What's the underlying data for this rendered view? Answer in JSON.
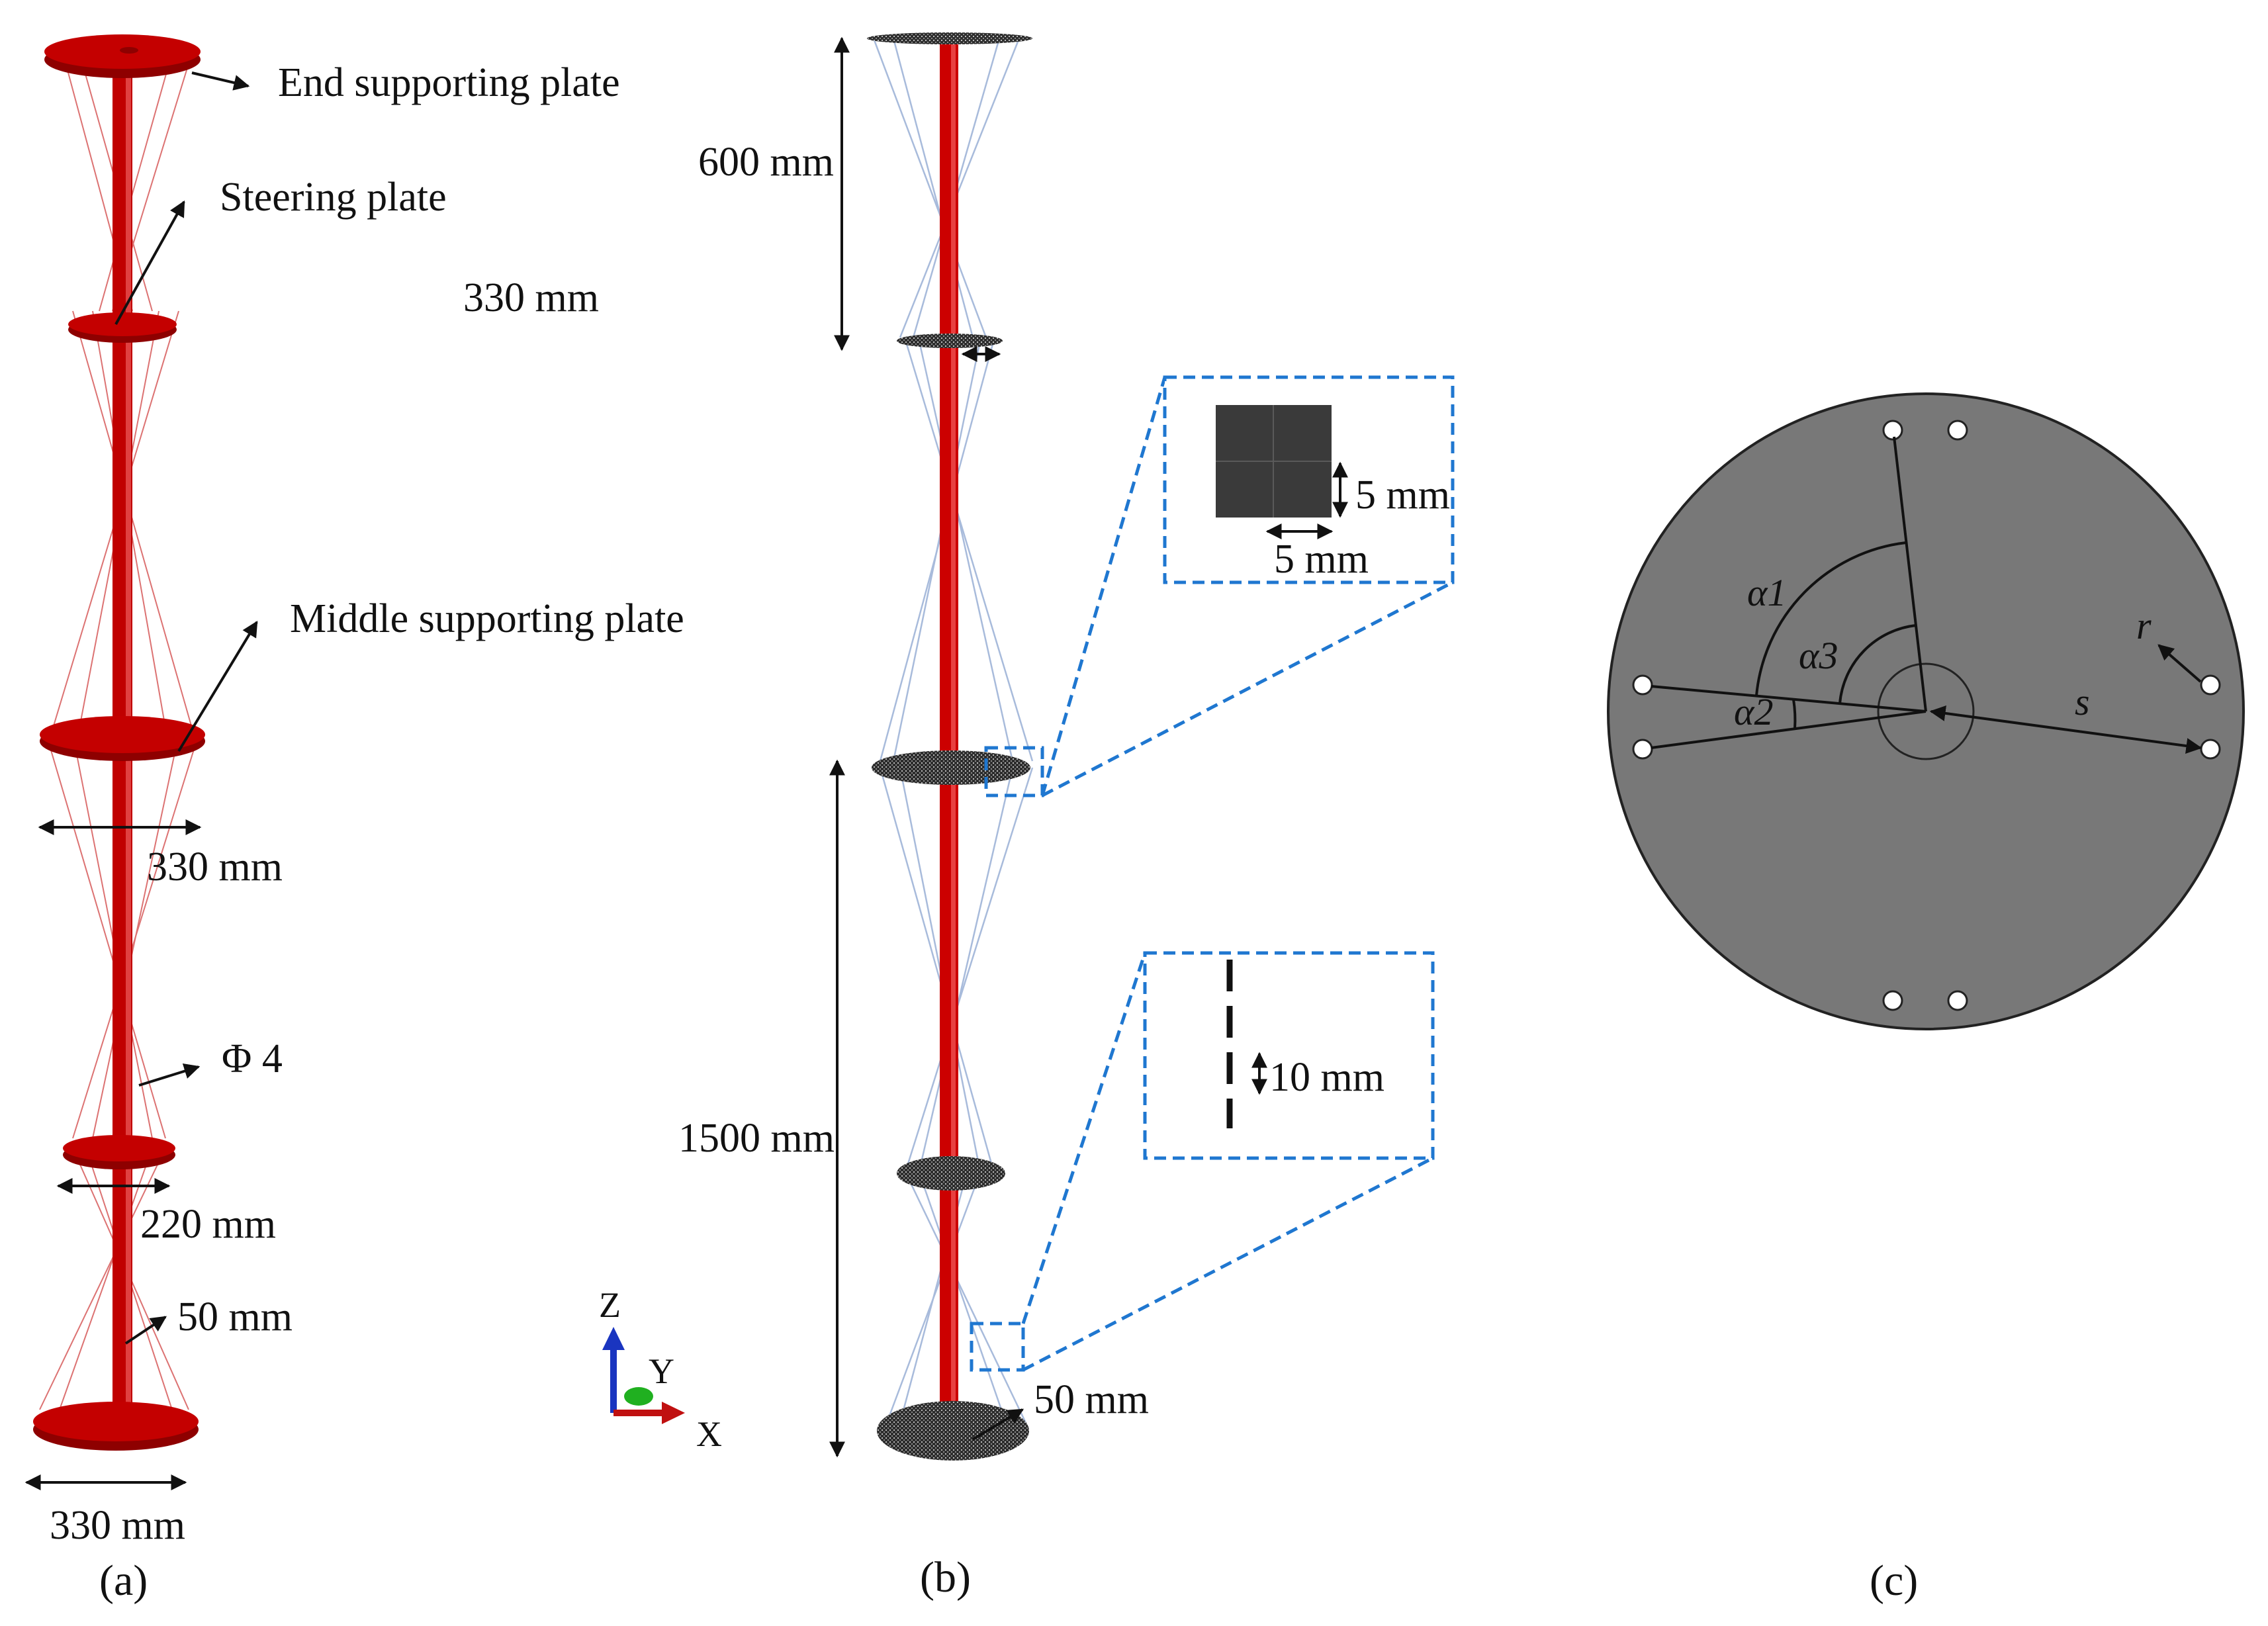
{
  "panel_a": {
    "caption": "(a)",
    "labels": {
      "end_plate": "End supporting plate",
      "steering_plate": "Steering plate",
      "middle_plate": "Middle supporting plate",
      "dim_middle": "330 mm",
      "phi": "Φ 4",
      "dim_steering": "220 mm",
      "dim_rod": "50 mm",
      "dim_bottom": "330 mm"
    }
  },
  "panel_b": {
    "caption": "(b)",
    "labels": {
      "dim_top": "600 mm",
      "dim_steering": "330 mm",
      "dim_bottom": "1500 mm",
      "dim_rod": "50 mm",
      "inset_top_h": "5 mm",
      "inset_top_w": "5 mm",
      "inset_bottom": "10 mm"
    },
    "axes": {
      "z": "Z",
      "y": "Y",
      "x": "X"
    }
  },
  "panel_c": {
    "caption": "(c)",
    "labels": {
      "alpha1": "α1",
      "alpha2": "α2",
      "alpha3": "α3",
      "r": "r",
      "s": "s"
    }
  },
  "colors": {
    "plate_red": "#c40000",
    "plate_dark": "#8e0000",
    "mesh_grey": "#3a3a3a",
    "cable_blue": "#9fb4d8",
    "inset_blue": "#1f77d0",
    "disc_grey": "#787878"
  }
}
